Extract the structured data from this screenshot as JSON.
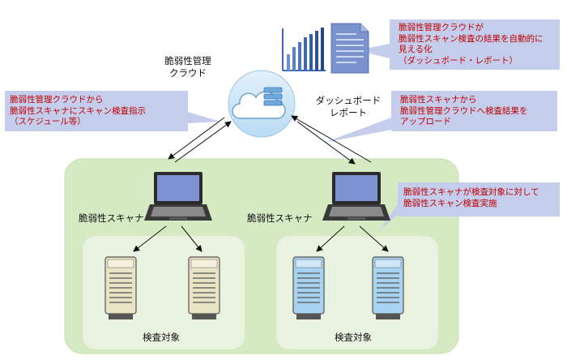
{
  "cloud": {
    "label_lines": [
      "脆弱性管理",
      "クラウド"
    ]
  },
  "dashboard": {
    "label_lines": [
      "ダッシュボード",
      "レポート"
    ]
  },
  "scanners": [
    {
      "label": "脆弱性スキャナ"
    },
    {
      "label": "脆弱性スキャナ"
    }
  ],
  "targets": [
    {
      "label": "検査対象"
    },
    {
      "label": "検査対象"
    }
  ],
  "callouts": [
    {
      "lines": [
        "脆弱性管理クラウドが",
        "脆弱性スキャン検査の結果を自動的に",
        "見える化",
        "（ダッシュボード・レポート）"
      ]
    },
    {
      "lines": [
        "脆弱性管理クラウドから",
        "脆弱性スキャナにスキャン検査指示",
        "（スケジュール等）"
      ]
    },
    {
      "lines": [
        "脆弱性スキャナから",
        "脆弱性管理クラウドへ検査結果を",
        "アップロード"
      ]
    },
    {
      "lines": [
        "脆弱性スキャナが検査対象に対して",
        "脆弱性スキャン検査実施"
      ]
    }
  ],
  "colors": {
    "outer_panel": "#d5eac3",
    "inner_panel": "#eaf3e0",
    "callout_bg": "#c5cdec",
    "callout_text": "#c00000",
    "server_beige": "#e9e3c5",
    "server_blue": "#a8d3f0",
    "laptop_screen": "#7f93d4",
    "cloud_circle": "#cfe6f7",
    "bar_chart": "#3f69b4",
    "document": "#7a93cf"
  }
}
